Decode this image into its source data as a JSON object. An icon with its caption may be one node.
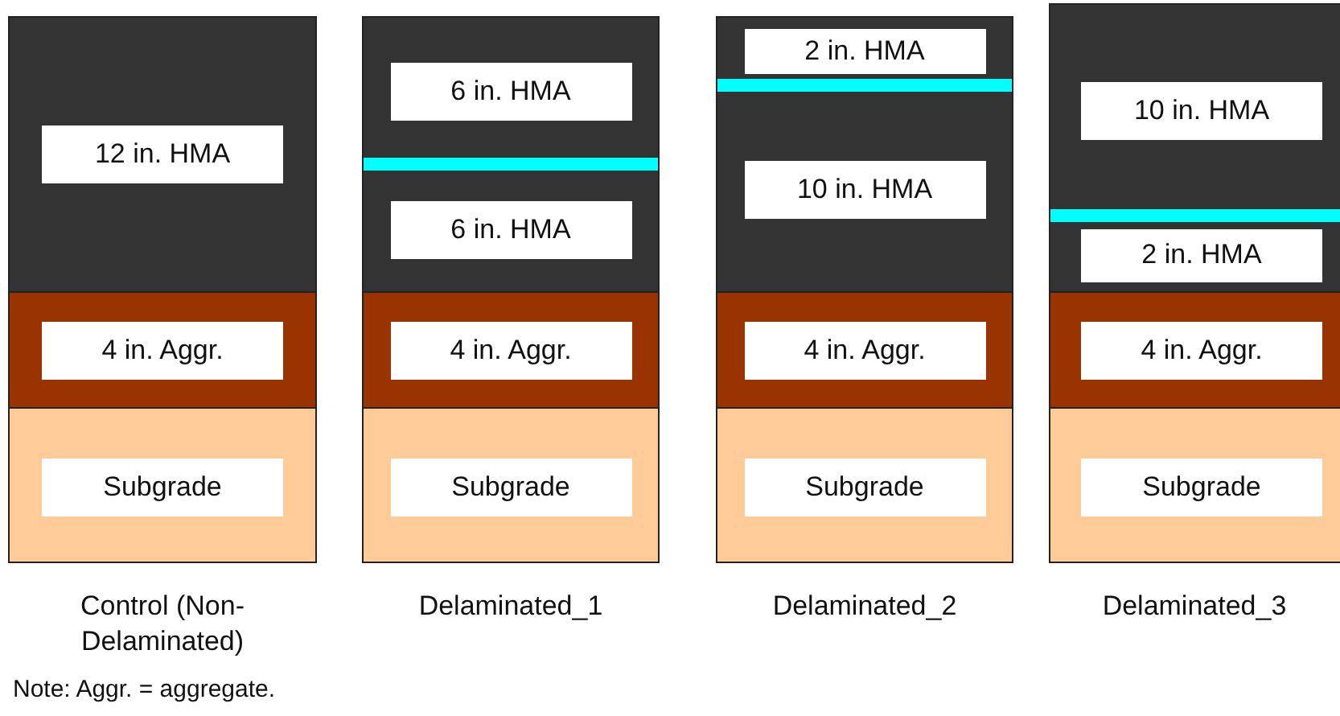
{
  "diagram": {
    "nodes": [
      {
        "text": [
          "Control (Non-Delaminated)"
        ]
      },
      {
        "text": [
          "12 in. HMA"
        ],
        "in": 0
      },
      {
        "text": [
          "4 in. Aggr."
        ],
        "in": 0
      },
      {
        "text": [
          "Subgrade"
        ],
        "in": 0
      },
      {
        "text": [
          "Delaminated_1"
        ]
      },
      {
        "text": [
          "6 in. HMA"
        ],
        "in": 4
      },
      {
        "text": [
          "6 in. HMA"
        ],
        "in": 4
      },
      {
        "text": [
          "4 in. Aggr."
        ],
        "in": 4
      },
      {
        "text": [
          "Subgrade"
        ],
        "in": 4
      },
      {
        "text": [
          "Delaminated_2"
        ]
      },
      {
        "text": [
          "2 in. HMA"
        ],
        "in": 9
      },
      {
        "text": [
          "10 in. HMA"
        ],
        "in": 9
      },
      {
        "text": [
          "4 in. Aggr."
        ],
        "in": 9
      },
      {
        "text": [
          "Subgrade"
        ],
        "in": 9
      },
      {
        "text": [
          "Delaminated_3"
        ]
      },
      {
        "text": [
          "10 in. HMA"
        ],
        "in": 14
      },
      {
        "text": [
          "2 in. HMA"
        ],
        "in": 14
      },
      {
        "text": [
          "4 in. Aggr."
        ],
        "in": 14
      },
      {
        "text": [
          "Subgrade"
        ],
        "in": 14
      }
    ],
    "edges": [],
    "labels": [
      "Note: Aggr. = aggregate."
    ]
  }
}
